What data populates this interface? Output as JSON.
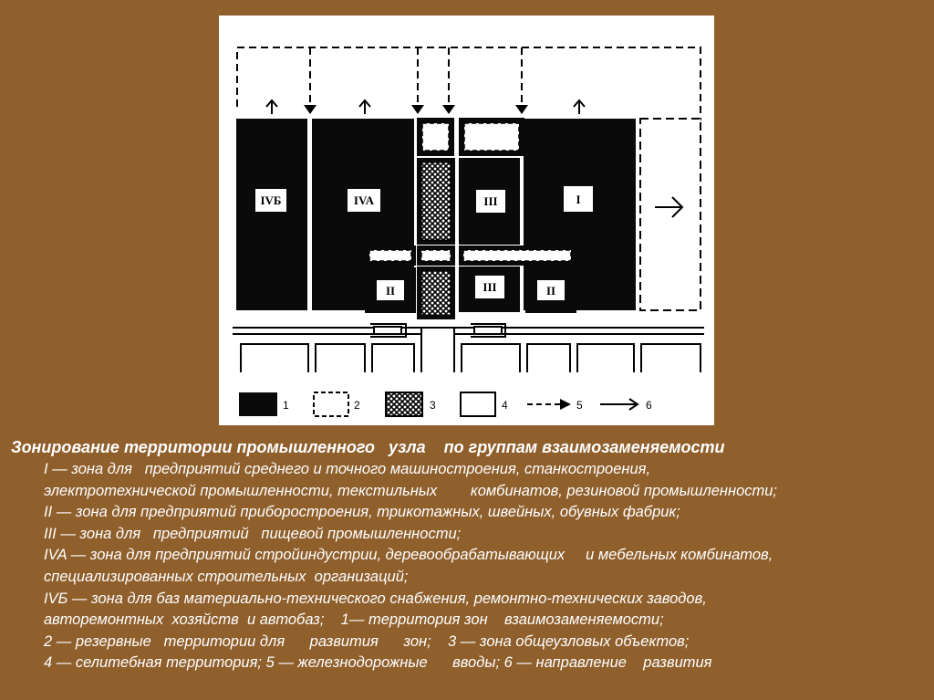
{
  "zones": {
    "iv_b": "IVБ",
    "iv_a": "IVA",
    "iii_top": "III",
    "i": "I",
    "ii_left": "II",
    "iii_bottom": "III",
    "ii_right": "II"
  },
  "legend": [
    "1",
    "2",
    "3",
    "4",
    "5",
    "6"
  ],
  "caption": {
    "title": "Зонирование территории промышленного   узла    по группам взаимозаменяемости",
    "lines": [
      "I — зона для   предприятий среднего и точного машиностроения, станкостроения,",
      "электротехнической промышленности, текстильных        комбинатов, резиновой промышленности;",
      "II — зона для предприятий приборостроения, трикотажных, швейных, обувных фабрик;",
      "III — зона для   предприятий   пищевой промышленности;",
      "IVA — зона для предприятий стройиндустрии, деревообрабатывающих     и мебельных комбинатов,",
      "специализированных строительных  организаций;",
      "IVБ — зона для баз материально-технического снабжения, ремонтно-технических заводов,",
      "авторемонтных  хозяйств  и автобаз;    1— территория зон    взаимозаменяемости;",
      "2 — резервные   территории для      развития      зон;    3 — зона общеузловых объектов;",
      "4 — селитебная территория; 5 — железнодорожные      вводы; 6 — направление    развития"
    ]
  }
}
